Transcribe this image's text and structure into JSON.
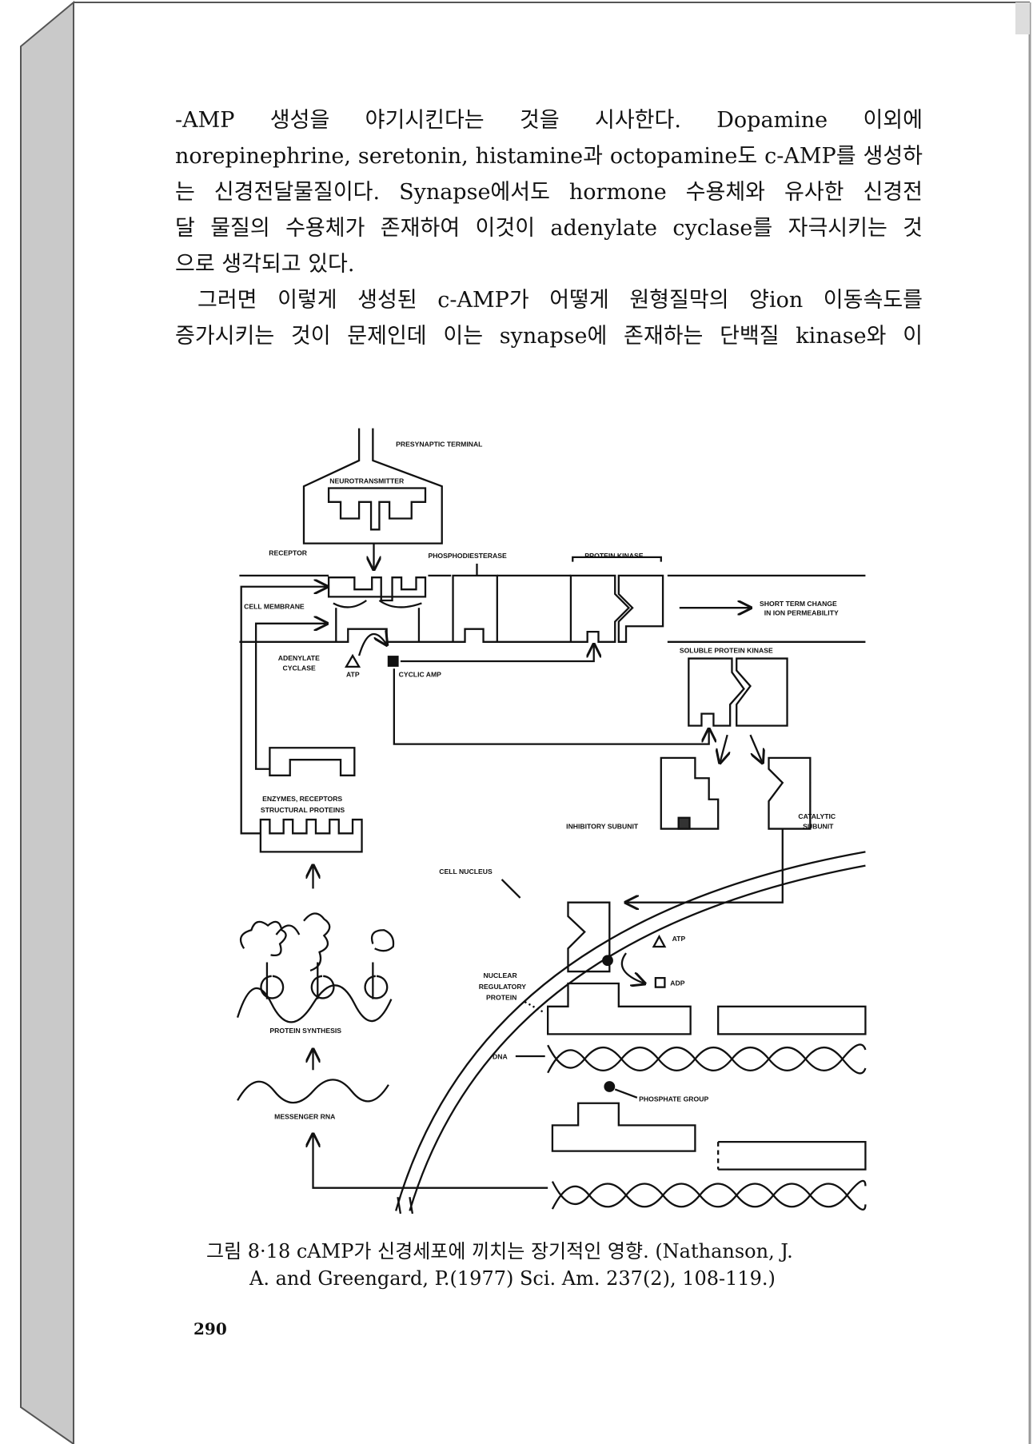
{
  "body_text": [
    "-AMP 생성을 야기시킨다는 것을 시사한다. Dopamine 이외에",
    "norepinephrine, seretonin, histamine과 octopamine도 c-AMP를 생성하",
    "는 신경전달물질이다. Synapse에서도 hormone 수용체와 유사한 신경전",
    "달 물질의 수용체가 존재하여 이것이 adenylate cyclase를 자극시키는 것",
    "으로 생각되고 있다.",
    "그러면 이렇게 생성된 c-AMP가 어떻게 원형질막의 양ion 이동속도를",
    "증가시키는 것이 문제인데 이는 synapse에 존재하는 단백질 kinase와 이"
  ],
  "figure": {
    "labels": {
      "presynaptic_terminal": "PRESYNAPTIC TERMINAL",
      "neurotransmitter": "NEUROTRANSMITTER",
      "receptor": "RECEPTOR",
      "phosphodiesterase": "PHOSPHODIESTERASE",
      "protein_kinase": "PROTEIN KINASE",
      "cell_membrane": "CELL MEMBRANE",
      "short_term_1": "SHORT TERM CHANGE",
      "short_term_2": "IN ION PERMEABILITY",
      "adenylate": "ADENYLATE",
      "cyclase": "CYCLASE",
      "atp": "ATP",
      "cyclic_amp": "CYCLIC AMP",
      "soluble_protein_kinase": "SOLUBLE PROTEIN KINASE",
      "enzymes_receptors": "ENZYMES, RECEPTORS",
      "structural_proteins": "STRUCTURAL PROTEINS",
      "inhibitory_subunit": "INHIBITORY SUBUNIT",
      "catalytic": "CATALYTIC",
      "subunit": "SUBUNIT",
      "cell_nucleus": "CELL NUCLEUS",
      "atp2": "ATP",
      "adp": "ADP",
      "nuclear": "NUCLEAR",
      "regulatory": "REGULATORY",
      "protein": "PROTEIN",
      "protein_synthesis": "PROTEIN SYNTHESIS",
      "dna": "DNA",
      "phosphate_group": "PHOSPHATE GROUP",
      "messenger_rna": "MESSENGER RNA"
    },
    "caption_line1": "그림 8·18  cAMP가 신경세포에 끼치는 장기적인 영향. (Nathanson, J.",
    "caption_line2": "A. and Greengard, P.(1977) Sci. Am. 237(2), 108-119.)"
  },
  "page_number": "290"
}
